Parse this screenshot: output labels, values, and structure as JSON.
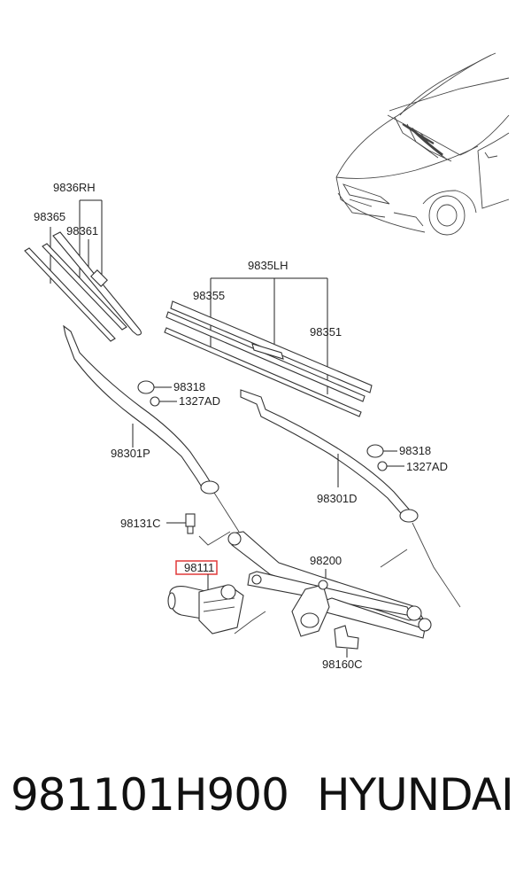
{
  "highlight_color": "#e03a3a",
  "labels": {
    "l9836rh": "9836RH",
    "l98365": "98365",
    "l98361": "98361",
    "l9835lh": "9835LH",
    "l98355": "98355",
    "l98351": "98351",
    "l98318a": "98318",
    "l1327ada": "1327AD",
    "l98301p": "98301P",
    "l98318b": "98318",
    "l1327adb": "1327AD",
    "l98301d": "98301D",
    "l98131c": "98131C",
    "l98200": "98200",
    "l98111": "98111",
    "l98160c": "98160C"
  },
  "footer": {
    "part_number": "981101H900",
    "brand": "HYUNDAI"
  }
}
